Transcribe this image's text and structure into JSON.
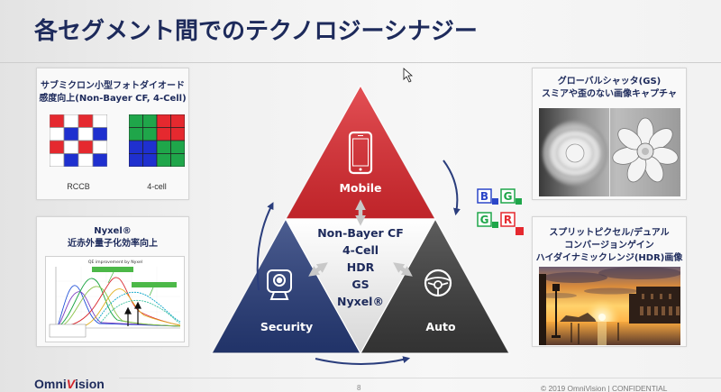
{
  "slide": {
    "title": "各セグメント間でのテクノロジーシナジー",
    "page_number": "8",
    "footer": "© 2019 OmniVision | CONFIDENTIAL",
    "logo": {
      "part1": "Omni",
      "part2": "V",
      "part3": "ision"
    }
  },
  "panels": {
    "photodiode": {
      "title_lines": [
        "サブミクロン小型フォトダイオード",
        "感度向上(Non-Bayer CF, 4-Cell)"
      ],
      "rccb_label": "RCCB",
      "fourcell_label": "4-cell"
    },
    "nyxel": {
      "title_lines": [
        "Nyxel®",
        "近赤外量子化効率向上"
      ],
      "chart_title": "QE improvement by Nyxel"
    },
    "global_shutter": {
      "title_lines": [
        "グローバルシャッタ(GS)",
        "スミアや歪のない画像キャプチャ"
      ]
    },
    "hdr": {
      "title_lines": [
        "スプリットピクセル/デュアル",
        "コンバージョンゲイン",
        "ハイダイナミックレンジ(HDR)画像"
      ]
    }
  },
  "triangle": {
    "segments": {
      "top": "Mobile",
      "left": "Security",
      "right": "Auto"
    },
    "technologies": [
      "Non-Bayer CF",
      "4-Cell",
      "HDR",
      "GS",
      "Nyxel®"
    ],
    "colors": {
      "mobile": "#de2a30",
      "security": "#263b79",
      "auto": "#3a3a3a",
      "arrows": "#2a3d7c"
    }
  },
  "bayer_icon": {
    "letters": [
      "B",
      "G",
      "G",
      "R"
    ]
  },
  "filter_patterns": {
    "rccb_cell_colors": [
      "#e5292f",
      "#ffffff",
      "#e5292f",
      "#ffffff",
      "#ffffff",
      "#1f30cf",
      "#ffffff",
      "#1f30cf",
      "#e5292f",
      "#ffffff",
      "#e5292f",
      "#ffffff",
      "#ffffff",
      "#1f30cf",
      "#ffffff",
      "#1f30cf"
    ],
    "four_cell_colors": [
      "#1fa64a",
      "#1fa64a",
      "#e5292f",
      "#e5292f",
      "#1fa64a",
      "#1fa64a",
      "#e5292f",
      "#e5292f",
      "#1f30cf",
      "#1f30cf",
      "#1fa64a",
      "#1fa64a",
      "#1f30cf",
      "#1f30cf",
      "#1fa64a",
      "#1fa64a"
    ]
  },
  "theme": {
    "title_color": "#1d2a5b",
    "logo_accent": "#d2232a"
  }
}
